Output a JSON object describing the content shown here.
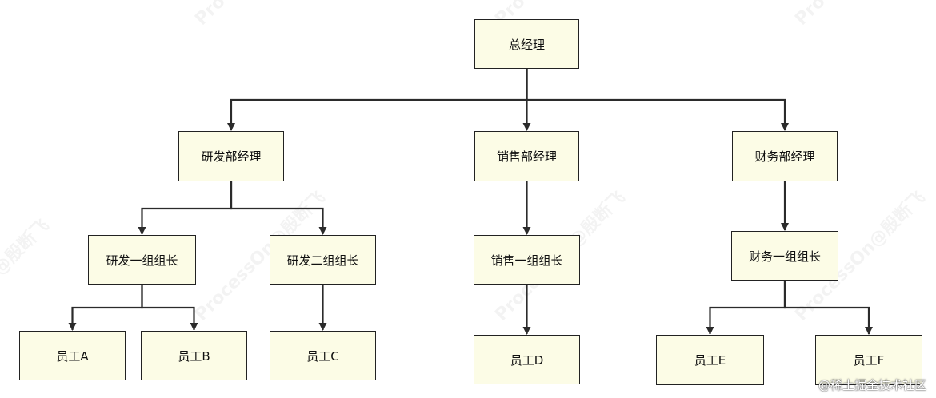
{
  "nodes": {
    "ceo": "总经理",
    "rd_manager": "研发部经理",
    "sales_manager": "销售部经理",
    "finance_manager": "财务部经理",
    "rd_team1_lead": "研发一组组长",
    "rd_team2_lead": "研发二组组长",
    "sales_team1_lead": "销售一组组长",
    "finance_team1_lead": "财务一组组长",
    "employee_a": "员工A",
    "employee_b": "员工B",
    "employee_c": "员工C",
    "employee_d": "员工D",
    "employee_e": "员工E",
    "employee_f": "员工F"
  },
  "edges": [
    [
      "ceo",
      "rd_manager"
    ],
    [
      "ceo",
      "sales_manager"
    ],
    [
      "ceo",
      "finance_manager"
    ],
    [
      "rd_manager",
      "rd_team1_lead"
    ],
    [
      "rd_manager",
      "rd_team2_lead"
    ],
    [
      "sales_manager",
      "sales_team1_lead"
    ],
    [
      "finance_manager",
      "finance_team1_lead"
    ],
    [
      "rd_team1_lead",
      "employee_a"
    ],
    [
      "rd_team1_lead",
      "employee_b"
    ],
    [
      "rd_team2_lead",
      "employee_c"
    ],
    [
      "sales_team1_lead",
      "employee_d"
    ],
    [
      "finance_team1_lead",
      "employee_e"
    ],
    [
      "finance_team1_lead",
      "employee_f"
    ]
  ],
  "watermark": "ProcessOn@殷断飞",
  "credit": "@稀土掘金技术社区",
  "colors": {
    "node_fill": "#fcfce6",
    "node_border": "#222222",
    "edge": "#2b2b2b"
  }
}
